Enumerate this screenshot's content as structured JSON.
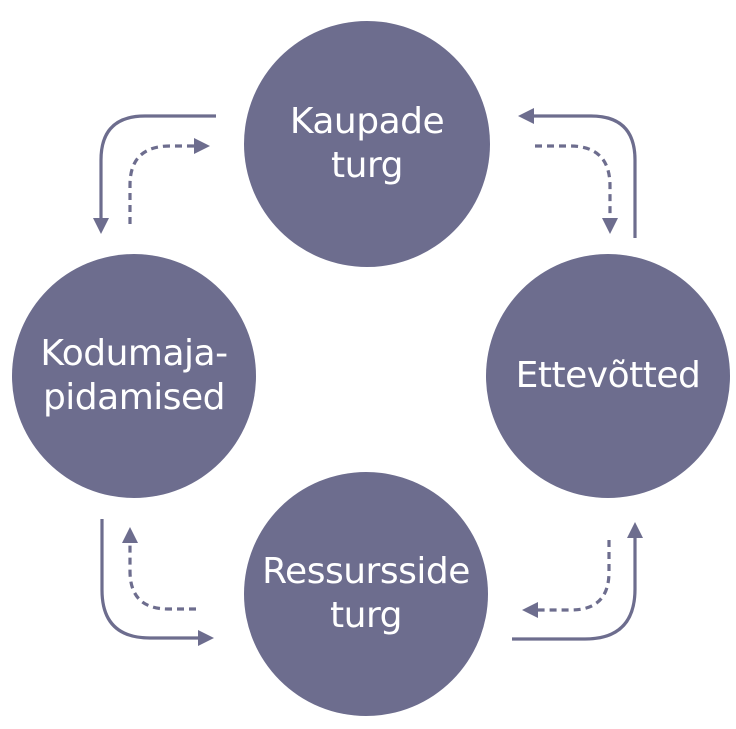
{
  "colors": {
    "node_fill": "#6d6d8e",
    "arrow": "#6d6d8e",
    "text": "#ffffff",
    "background": "#ffffff"
  },
  "nodes": {
    "top": {
      "lines": [
        "Kaupade",
        "turg"
      ]
    },
    "left": {
      "lines": [
        "Kodumaja-",
        "pidamised"
      ]
    },
    "right": {
      "lines": [
        "Ettevõtted"
      ]
    },
    "bottom": {
      "lines": [
        "Ressursside",
        "turg"
      ]
    }
  },
  "arrows": [
    {
      "from": "top",
      "to": "left",
      "style": "solid"
    },
    {
      "from": "left",
      "to": "top",
      "style": "dashed"
    },
    {
      "from": "right",
      "to": "top",
      "style": "solid"
    },
    {
      "from": "top",
      "to": "right",
      "style": "dashed"
    },
    {
      "from": "left",
      "to": "bottom",
      "style": "solid"
    },
    {
      "from": "bottom",
      "to": "left",
      "style": "dashed"
    },
    {
      "from": "bottom",
      "to": "right",
      "style": "solid"
    },
    {
      "from": "right",
      "to": "bottom",
      "style": "dashed"
    }
  ]
}
